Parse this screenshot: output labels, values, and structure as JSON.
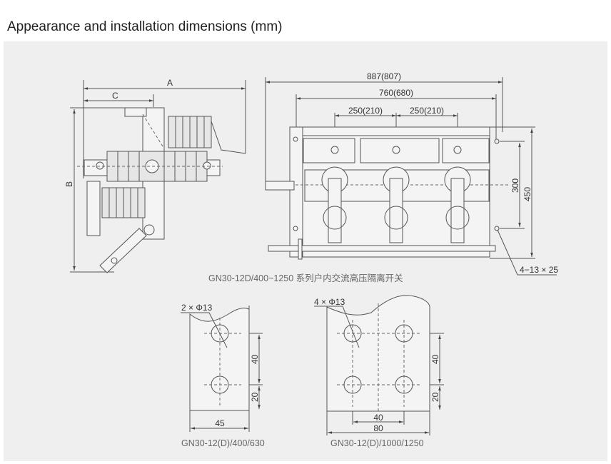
{
  "title": "Appearance and installation dimensions (mm)",
  "side_view": {
    "dim_a": "A",
    "dim_b": "B",
    "dim_c": "C"
  },
  "front_view": {
    "dim_overall": "887(807)",
    "dim_mount": "760(680)",
    "dim_pitch_1": "250(210)",
    "dim_pitch_2": "250(210)",
    "dim_height_inner": "300",
    "dim_height_outer": "450",
    "holes_label": "4−13 × 25",
    "caption": "GN30-12D/400~1250 系列户内交流高压隔离开关"
  },
  "terminal_small": {
    "holes_label": "2 × Φ13",
    "dim_vertical": "40",
    "dim_edge": "20",
    "dim_width": "45",
    "caption": "GN30-12(D)/400/630"
  },
  "terminal_large": {
    "holes_label": "4 × Φ13",
    "dim_vertical": "40",
    "dim_edge": "20",
    "dim_spacing": "40",
    "dim_width": "80",
    "caption": "GN30-12(D)/1000/1250"
  }
}
